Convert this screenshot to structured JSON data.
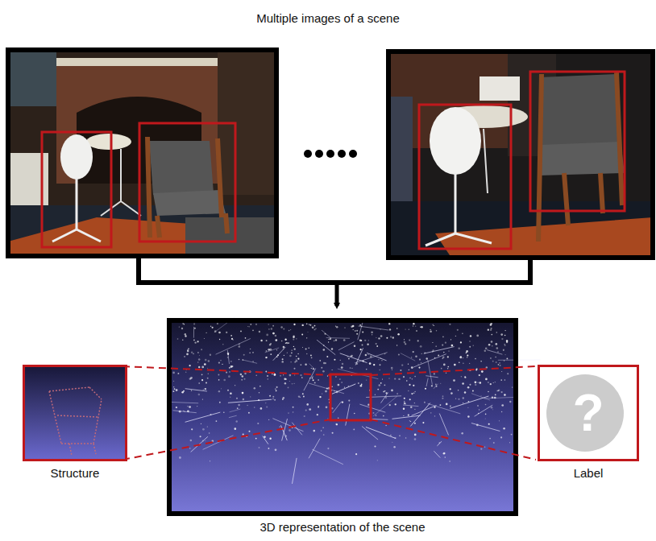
{
  "diagram": {
    "title": "Multiple images of a scene",
    "caption": "3D representation of the scene",
    "nodes": [
      {
        "text": [
          "Structure"
        ]
      },
      {
        "text": [
          "Label"
        ]
      }
    ],
    "labels": [
      "?"
    ]
  }
}
